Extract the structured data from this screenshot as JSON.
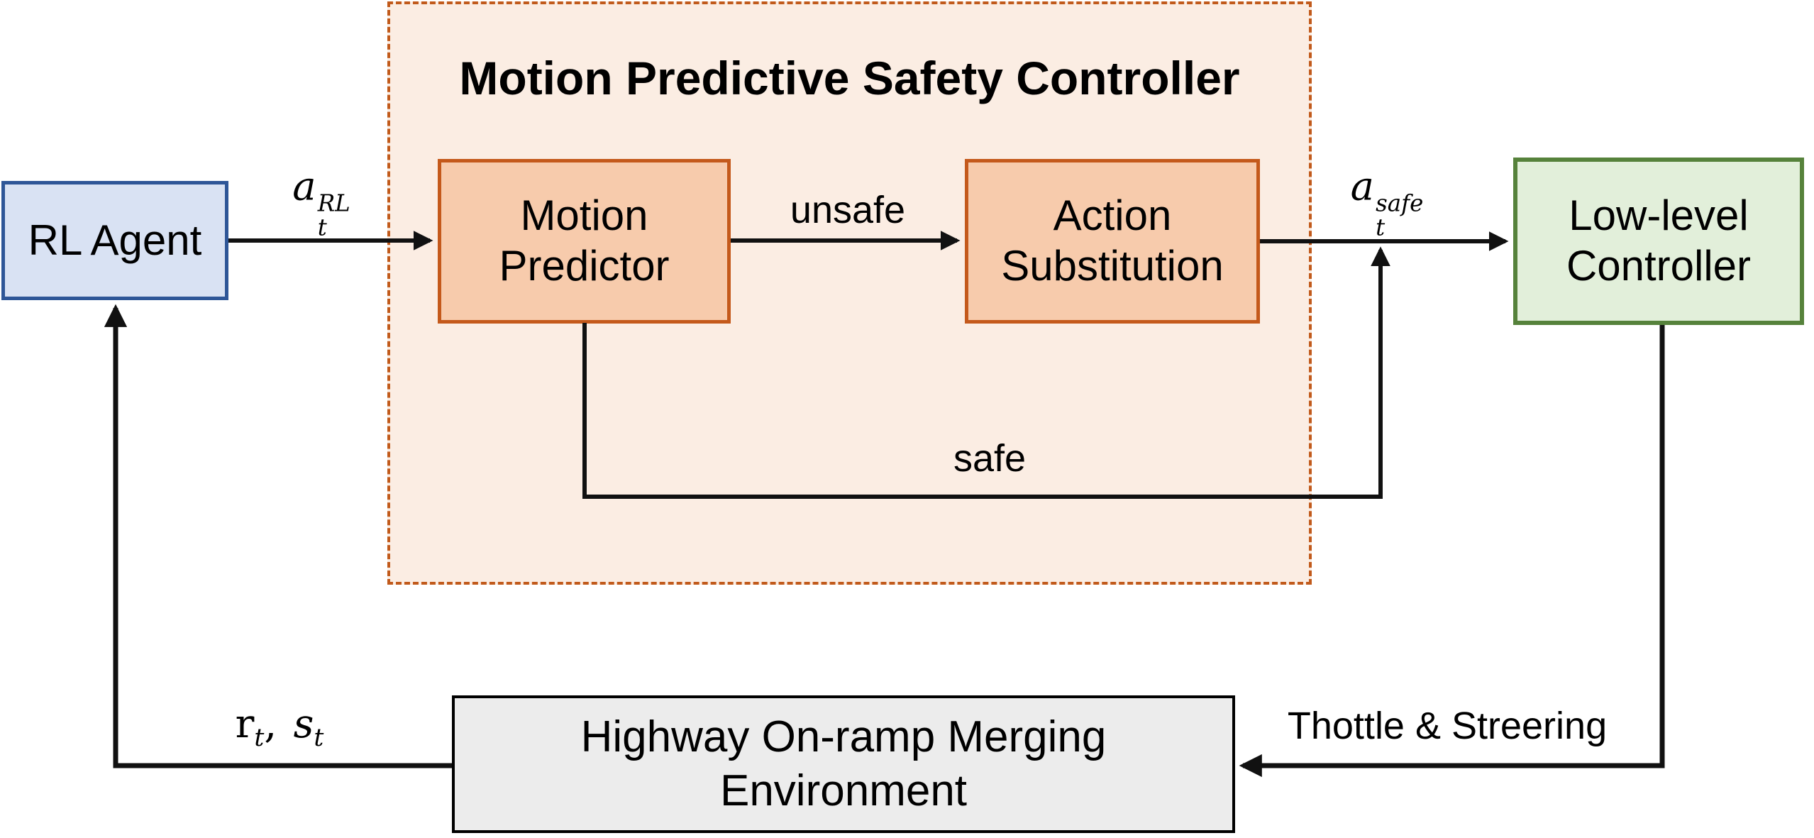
{
  "diagram": {
    "title": "Motion Predictive Safety Controller",
    "nodes": {
      "rl_agent": {
        "label": "RL Agent"
      },
      "motion_predictor": {
        "line1": "Motion",
        "line2": "Predictor"
      },
      "action_substitution": {
        "line1": "Action",
        "line2": "Substitution"
      },
      "low_level_controller": {
        "line1": "Low-level",
        "line2": "Controller"
      },
      "environment": {
        "line1": "Highway On-ramp Merging",
        "line2": "Environment"
      }
    },
    "edge_labels": {
      "rl_action": {
        "base": "a",
        "sub": "t",
        "sup": "RL"
      },
      "unsafe": "unsafe",
      "safe": "safe",
      "safe_action": {
        "base": "a",
        "sub": "t",
        "sup": "safe"
      },
      "throttle_steering": "Thottle & Streering",
      "reward_state": {
        "r_base": "r",
        "r_sub": "t",
        "separator": ",",
        "s_base": "s",
        "s_sub": "t"
      }
    },
    "colors": {
      "region_fill": "#FBEDE3",
      "region_border": "#C15A1B",
      "predictor_fill": "#F7CBAC",
      "predictor_border": "#C4591B",
      "agent_fill": "#D9E2F3",
      "agent_border": "#2E5697",
      "controller_fill": "#E2EFDA",
      "controller_border": "#56823B",
      "environment_fill": "#ECECEC",
      "environment_border": "#000000",
      "arrow": "#111111",
      "text": "#000000"
    }
  }
}
